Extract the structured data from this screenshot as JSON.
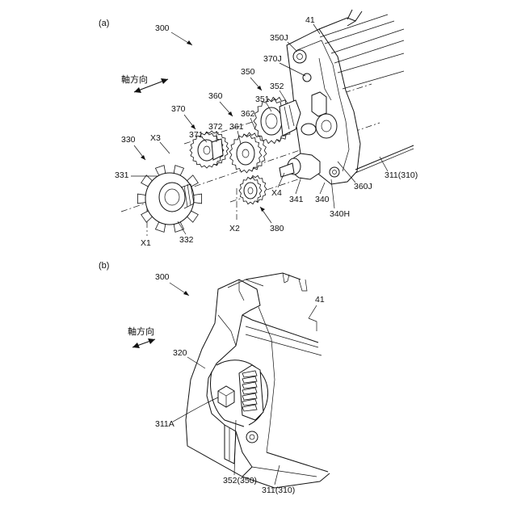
{
  "panels": {
    "a": {
      "tag": "(a)",
      "labels": {
        "l300": "300",
        "l41": "41",
        "l350J": "350J",
        "l370J": "370J",
        "l350": "350",
        "l352": "352",
        "l351": "351",
        "l360": "360",
        "l362": "362",
        "l370": "370",
        "l371": "371",
        "l372": "372",
        "l361": "361",
        "l330": "330",
        "lX3": "X3",
        "l331": "331",
        "lX4": "X4",
        "l341": "341",
        "l340": "340",
        "l360J": "360J",
        "l311": "311(310)",
        "l340H": "340H",
        "lX2": "X2",
        "l380": "380",
        "lX1": "X1",
        "l332": "332",
        "axial": "軸方向"
      }
    },
    "b": {
      "tag": "(b)",
      "labels": {
        "l300": "300",
        "l41": "41",
        "axial": "軸方向",
        "l320": "320",
        "l311A": "311A",
        "l352": "352(350)",
        "l311": "311(310)"
      }
    }
  }
}
